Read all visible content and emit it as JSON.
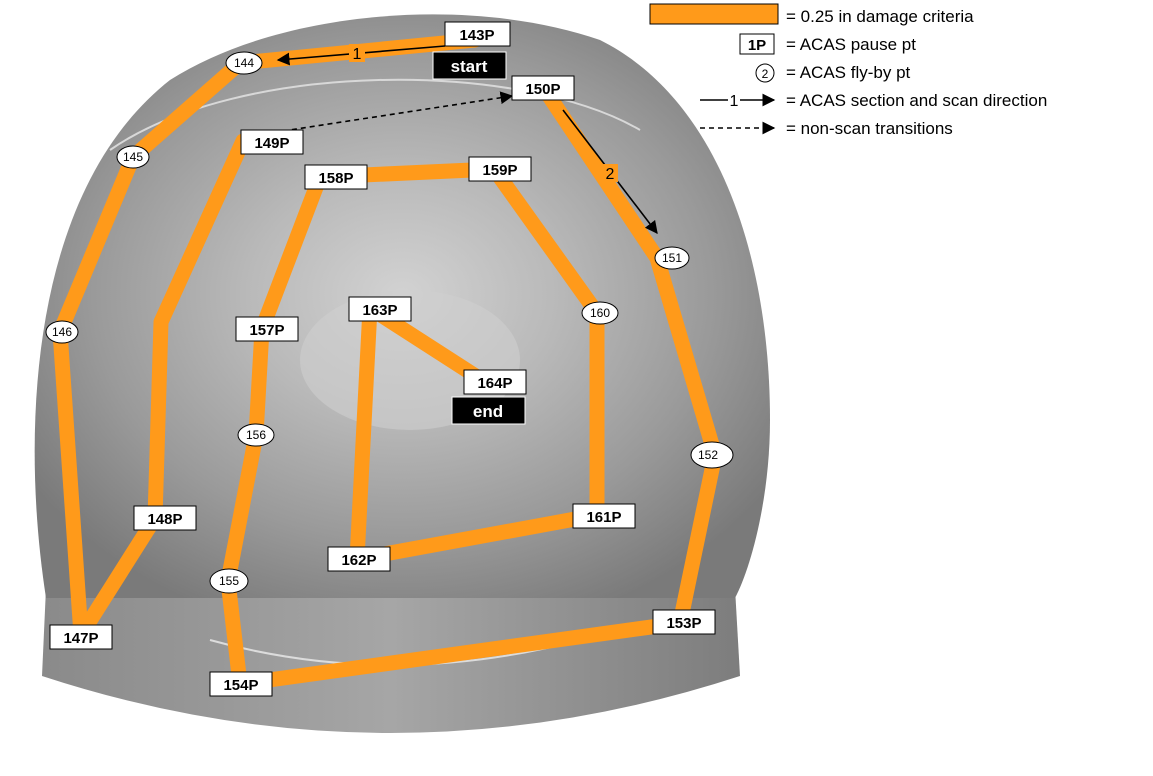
{
  "colors": {
    "path": "#ff9a1a",
    "dome_light": "#c9c9c9",
    "dome_dark": "#7e7e7e",
    "tag_bg": "#000000"
  },
  "legend": {
    "damage": "= 0.25 in damage criteria",
    "pause_example": "1P",
    "pause": "= ACAS pause pt",
    "flyby_example": "2",
    "flyby": "= ACAS fly-by pt",
    "section_example": "1",
    "section": "= ACAS section and scan direction",
    "transition": "= non-scan transitions"
  },
  "points": {
    "p143": "143P",
    "p144": "144",
    "p145": "145",
    "p146": "146",
    "p147": "147P",
    "p148": "148P",
    "p149": "149P",
    "p150": "150P",
    "p151": "151",
    "p152": "152",
    "p153": "153P",
    "p154": "154P",
    "p155": "155",
    "p156": "156",
    "p157": "157P",
    "p158": "158P",
    "p159": "159P",
    "p160": "160",
    "p161": "161P",
    "p162": "162P",
    "p163": "163P",
    "p164": "164P"
  },
  "tags": {
    "start": "start",
    "end": "end"
  },
  "sections": {
    "s1": "1",
    "s2": "2"
  }
}
